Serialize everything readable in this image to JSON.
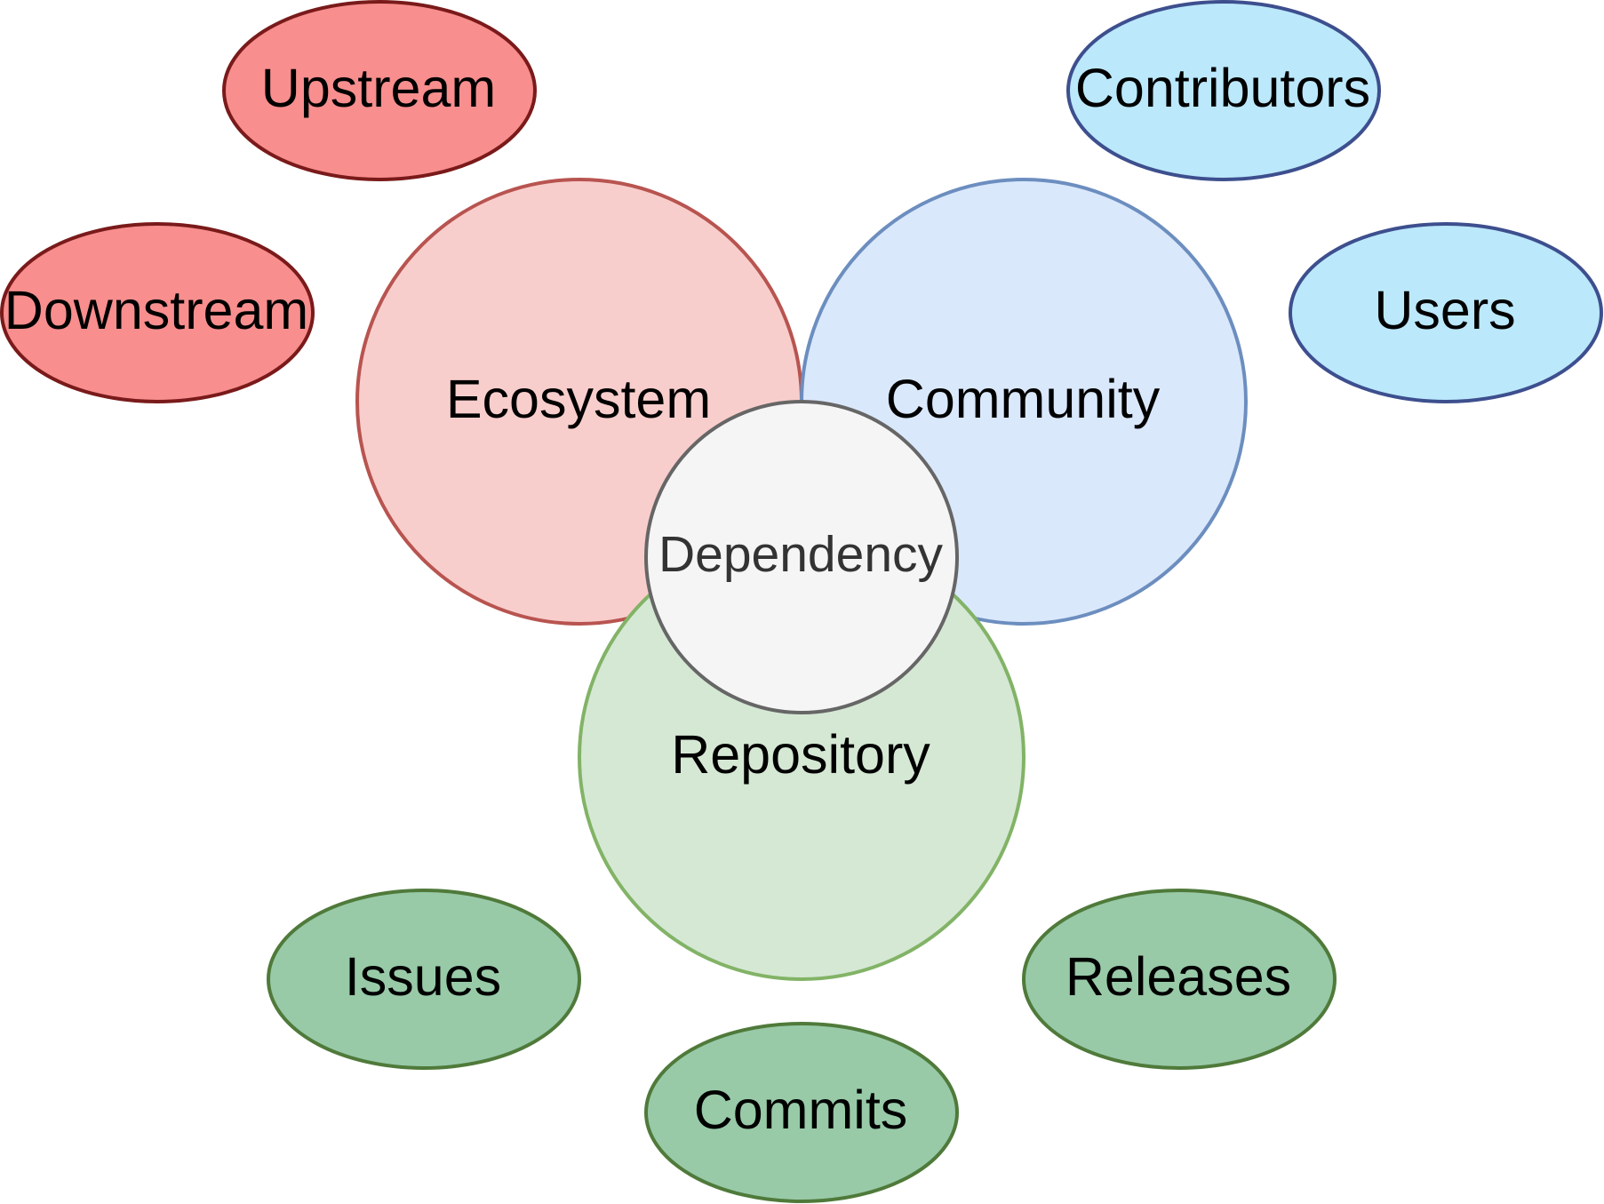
{
  "diagram": {
    "core": {
      "label": "Dependency",
      "fill": "#f5f5f5",
      "stroke": "#666666"
    },
    "categories": {
      "ecosystem": {
        "label": "Ecosystem",
        "fill": "#f8cecc",
        "stroke": "#b85450"
      },
      "community": {
        "label": "Community",
        "fill": "#dae8fc",
        "stroke": "#6c8ebf"
      },
      "repository": {
        "label": "Repository",
        "fill": "#d5e8d4",
        "stroke": "#82b366"
      }
    },
    "leaves": {
      "upstream": {
        "label": "Upstream",
        "fill": "#f88e8e",
        "stroke": "#7a1a1a"
      },
      "downstream": {
        "label": "Downstream",
        "fill": "#f88e8e",
        "stroke": "#7a1a1a"
      },
      "contributors": {
        "label": "Contributors",
        "fill": "#bbe8fb",
        "stroke": "#3d4f8e"
      },
      "users": {
        "label": "Users",
        "fill": "#bbe8fb",
        "stroke": "#3d4f8e"
      },
      "issues": {
        "label": "Issues",
        "fill": "#98caa8",
        "stroke": "#4f7a3a"
      },
      "commits": {
        "label": "Commits",
        "fill": "#98caa8",
        "stroke": "#4f7a3a"
      },
      "releases": {
        "label": "Releases",
        "fill": "#98caa8",
        "stroke": "#4f7a3a"
      }
    }
  }
}
